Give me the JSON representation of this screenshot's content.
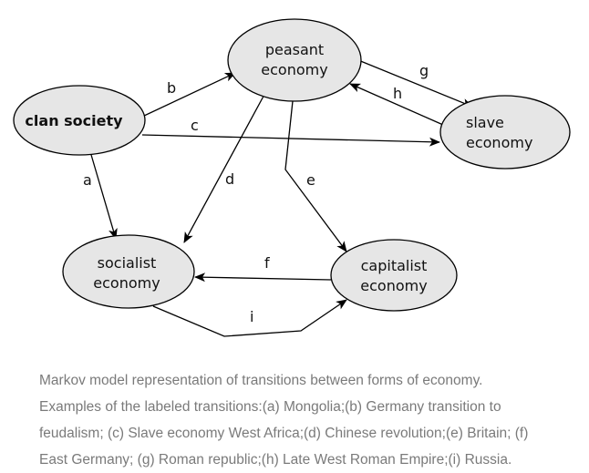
{
  "nodes": {
    "clan_society": {
      "lines": [
        "clan society"
      ]
    },
    "peasant_economy": {
      "lines": [
        "peasant",
        "economy"
      ]
    },
    "slave_economy": {
      "lines": [
        "slave",
        "economy"
      ]
    },
    "socialist_economy": {
      "lines": [
        "socialist",
        "economy"
      ]
    },
    "capitalist_economy": {
      "lines": [
        "capitalist",
        "economy"
      ]
    }
  },
  "edges": {
    "a": "a",
    "b": "b",
    "c": "c",
    "d": "d",
    "e": "e",
    "f": "f",
    "g": "g",
    "h": "h",
    "i": "i"
  },
  "caption": {
    "lines": [
      "Markov model representation of transitions between forms of economy.",
      "Examples of the labeled transitions:(a) Mongolia;(b) Germany transition to",
      "feudalism; (c) Slave economy West Africa;(d) Chinese revolution;(e) Britain; (f)",
      "East Germany; (g) Roman republic;(h) Late West Roman Empire;(i) Russia."
    ]
  }
}
